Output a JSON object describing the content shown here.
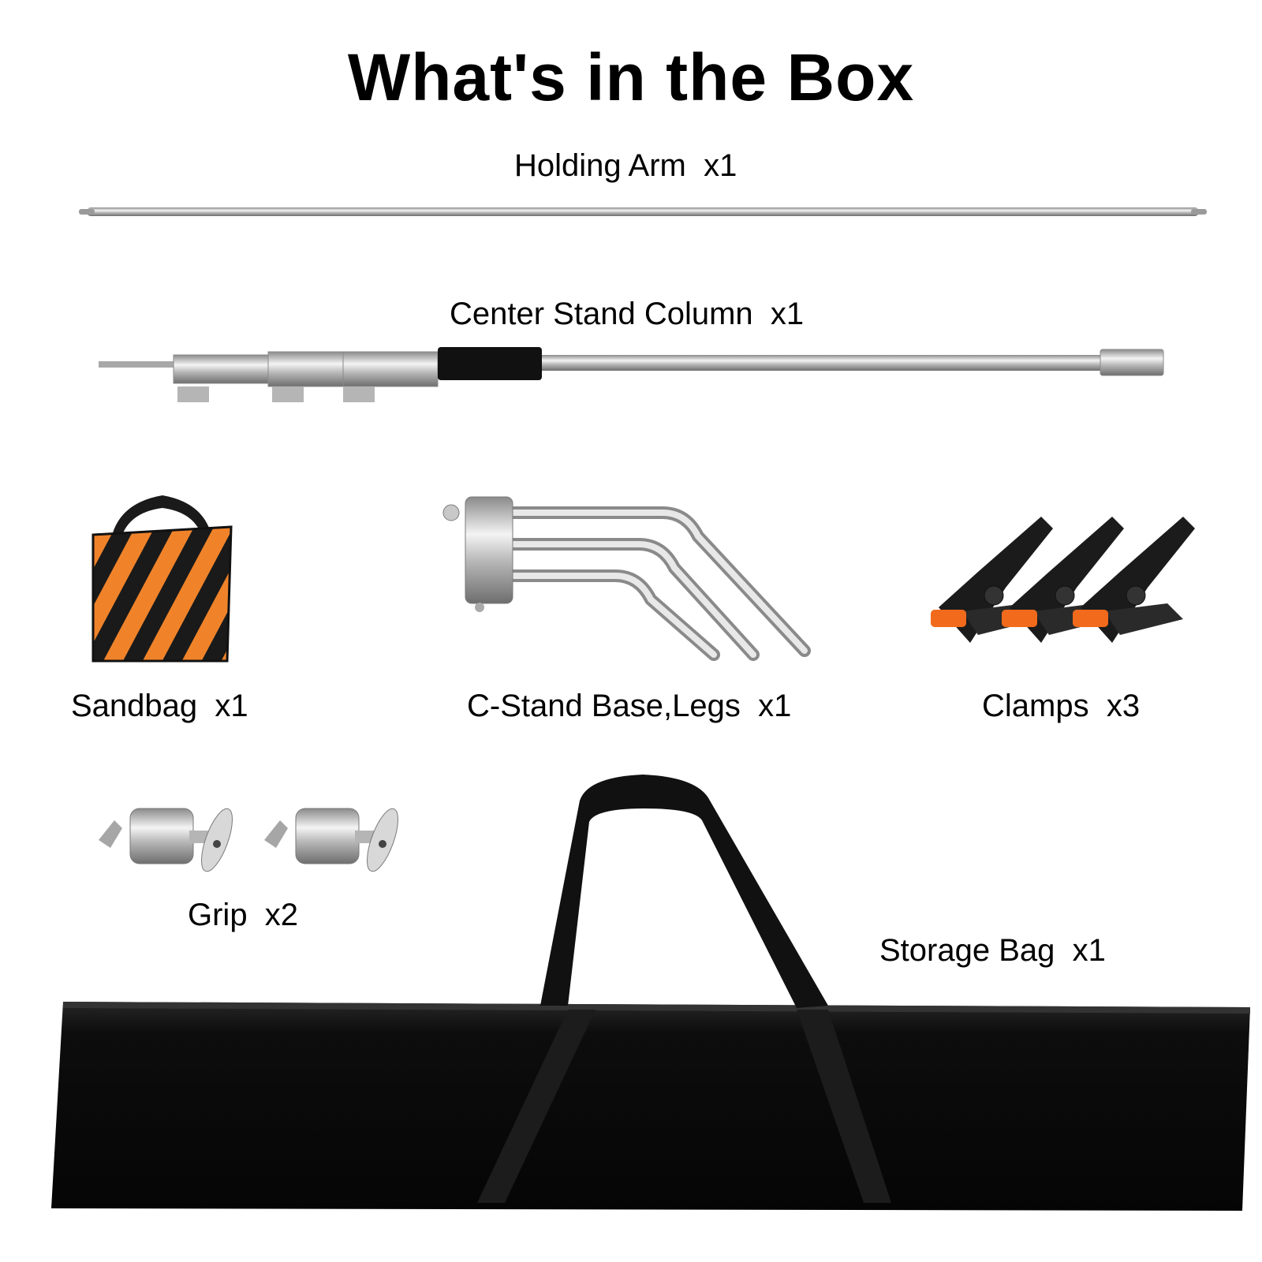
{
  "page": {
    "title": "What's in the Box"
  },
  "items": [
    {
      "label": "Holding Arm  x1",
      "icon": "holding-arm-pole"
    },
    {
      "label": "Center Stand Column  x1",
      "icon": "center-stand-column"
    },
    {
      "label": "Sandbag  x1",
      "icon": "sandbag",
      "colors": {
        "stripe_a": "#f0832a",
        "stripe_b": "#1a1a1a"
      }
    },
    {
      "label": "C-Stand Base,Legs  x1",
      "icon": "c-stand-base-legs"
    },
    {
      "label": "Clamps  x3",
      "icon": "spring-clamps",
      "colors": {
        "tip": "#f26a1b",
        "body": "#1b1b1b"
      }
    },
    {
      "label": "Grip  x2",
      "icon": "grip-heads"
    },
    {
      "label": "Storage Bag  x1",
      "icon": "storage-bag",
      "colors": {
        "body": "#0d0d0d"
      }
    }
  ]
}
